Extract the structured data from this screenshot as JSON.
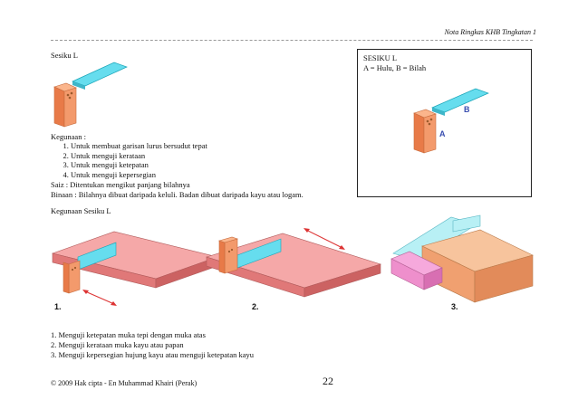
{
  "header": {
    "title": "Nota Ringkas KHB Tingkatan 1"
  },
  "section1": {
    "title": "Sesiku L",
    "uses_title": "Kegunaan :",
    "uses": [
      "Untuk membuat garisan lurus bersudut tepat",
      "Untuk menguji kerataan",
      "Untuk menguji ketepatan",
      "Untuk menguji kepersegian"
    ],
    "size": "Saiz : Ditentukan mengikut panjang bilahnya",
    "build": "Binaan : Bilahnya dibuat daripada keluli. Badan dibuat daripada kayu atau logam."
  },
  "infobox": {
    "title": "SESIKU L",
    "legend": "A = Hulu, B = Bilah",
    "label_a": "A",
    "label_b": "B"
  },
  "section2": {
    "title": "Kegunaan Sesiku L",
    "labels": [
      "1.",
      "2.",
      "3."
    ],
    "notes": [
      "1. Menguji ketepatan muka tepi dengan muka atas",
      "2. Menguji kerataan muka kayu atau papan",
      "3. Menguji kepersegian hujung kayu atau menguji ketepatan kayu"
    ]
  },
  "footer": {
    "copyright": "© 2009 Hak cipta - En Muhammad Khairi (Perak)",
    "page": "22"
  },
  "colors": {
    "handle": "#f39a6c",
    "blade": "#66ddee",
    "board": "#f5a8a8",
    "block": "#f7c49d",
    "pink_block": "#f6a9dc",
    "label_blue": "#3a4fb0"
  }
}
